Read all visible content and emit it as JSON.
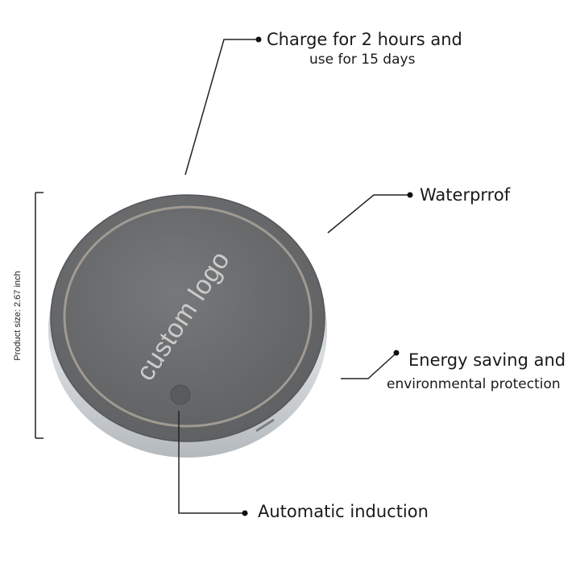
{
  "product": {
    "size_label": "Product size: 2.67 inch",
    "logo_text": "custom logo",
    "colors": {
      "top": "#6b6d6f",
      "ring": "#a09a92",
      "rim": "#cfd3d7",
      "accent": "#4f5153"
    }
  },
  "features": {
    "charge_line1": "Charge for 2 hours and",
    "charge_line2": "use for 15 days",
    "waterproof": "Waterprrof",
    "energy_line1": "Energy saving and",
    "energy_line2": "environmental protection",
    "induction": "Automatic induction"
  }
}
